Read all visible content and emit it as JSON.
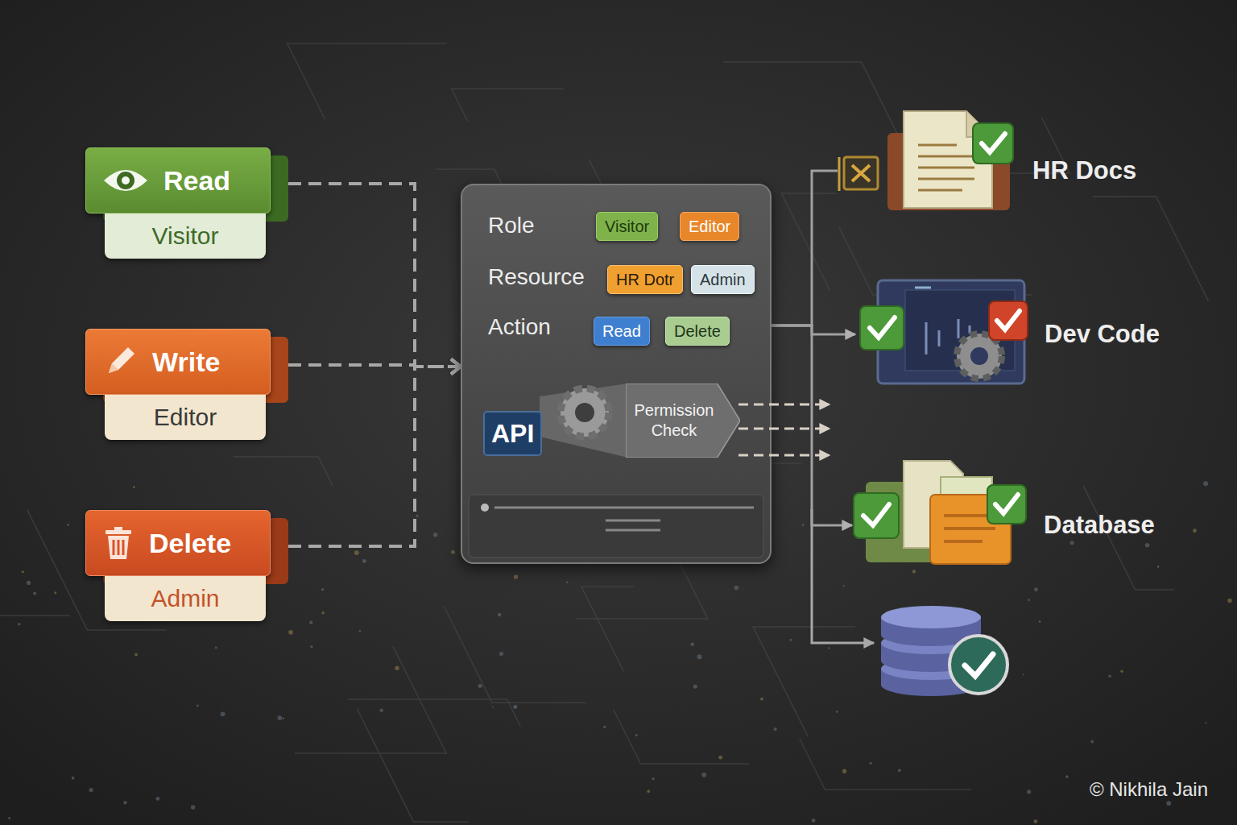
{
  "diagram": {
    "nodes": [
      {
        "text": [
          "Read",
          "Visitor"
        ]
      },
      {
        "text": [
          "Write",
          "Editor"
        ]
      },
      {
        "text": [
          "Delete",
          "Admin"
        ]
      },
      {
        "text": [
          "Role",
          "Resource",
          "Action"
        ]
      },
      {
        "text": [
          "Visitor"
        ],
        "in": 3
      },
      {
        "text": [
          "Editor"
        ],
        "in": 3
      },
      {
        "text": [
          "HR Dotr"
        ],
        "in": 3
      },
      {
        "text": [
          "Admin"
        ],
        "in": 3
      },
      {
        "text": [
          "Read"
        ],
        "in": 3
      },
      {
        "text": [
          "Delete"
        ],
        "in": 3
      },
      {
        "text": [
          "API"
        ],
        "in": 3
      },
      {
        "text": [
          "Permission Check"
        ],
        "in": 3
      },
      {
        "text": [
          "HR Docs"
        ]
      },
      {
        "text": [
          "Dev Code"
        ]
      },
      {
        "text": [
          "Database"
        ]
      }
    ],
    "edges": [
      {
        "from": 0,
        "to": 3,
        "arrow": "to"
      },
      {
        "from": 1,
        "to": 3,
        "arrow": "to"
      },
      {
        "from": 2,
        "to": 3,
        "arrow": "to"
      },
      {
        "from": 4,
        "to": 6,
        "arrow": "none"
      },
      {
        "from": 5,
        "to": 7,
        "arrow": "none"
      },
      {
        "from": 6,
        "to": 8,
        "arrow": "none"
      },
      {
        "from": 3,
        "to": 12,
        "arrow": "none"
      },
      {
        "from": 3,
        "to": 13,
        "arrow": "to"
      },
      {
        "from": 3,
        "to": 14,
        "arrow": "to"
      }
    ],
    "labels": [
      "© Nikhila Jain"
    ]
  }
}
